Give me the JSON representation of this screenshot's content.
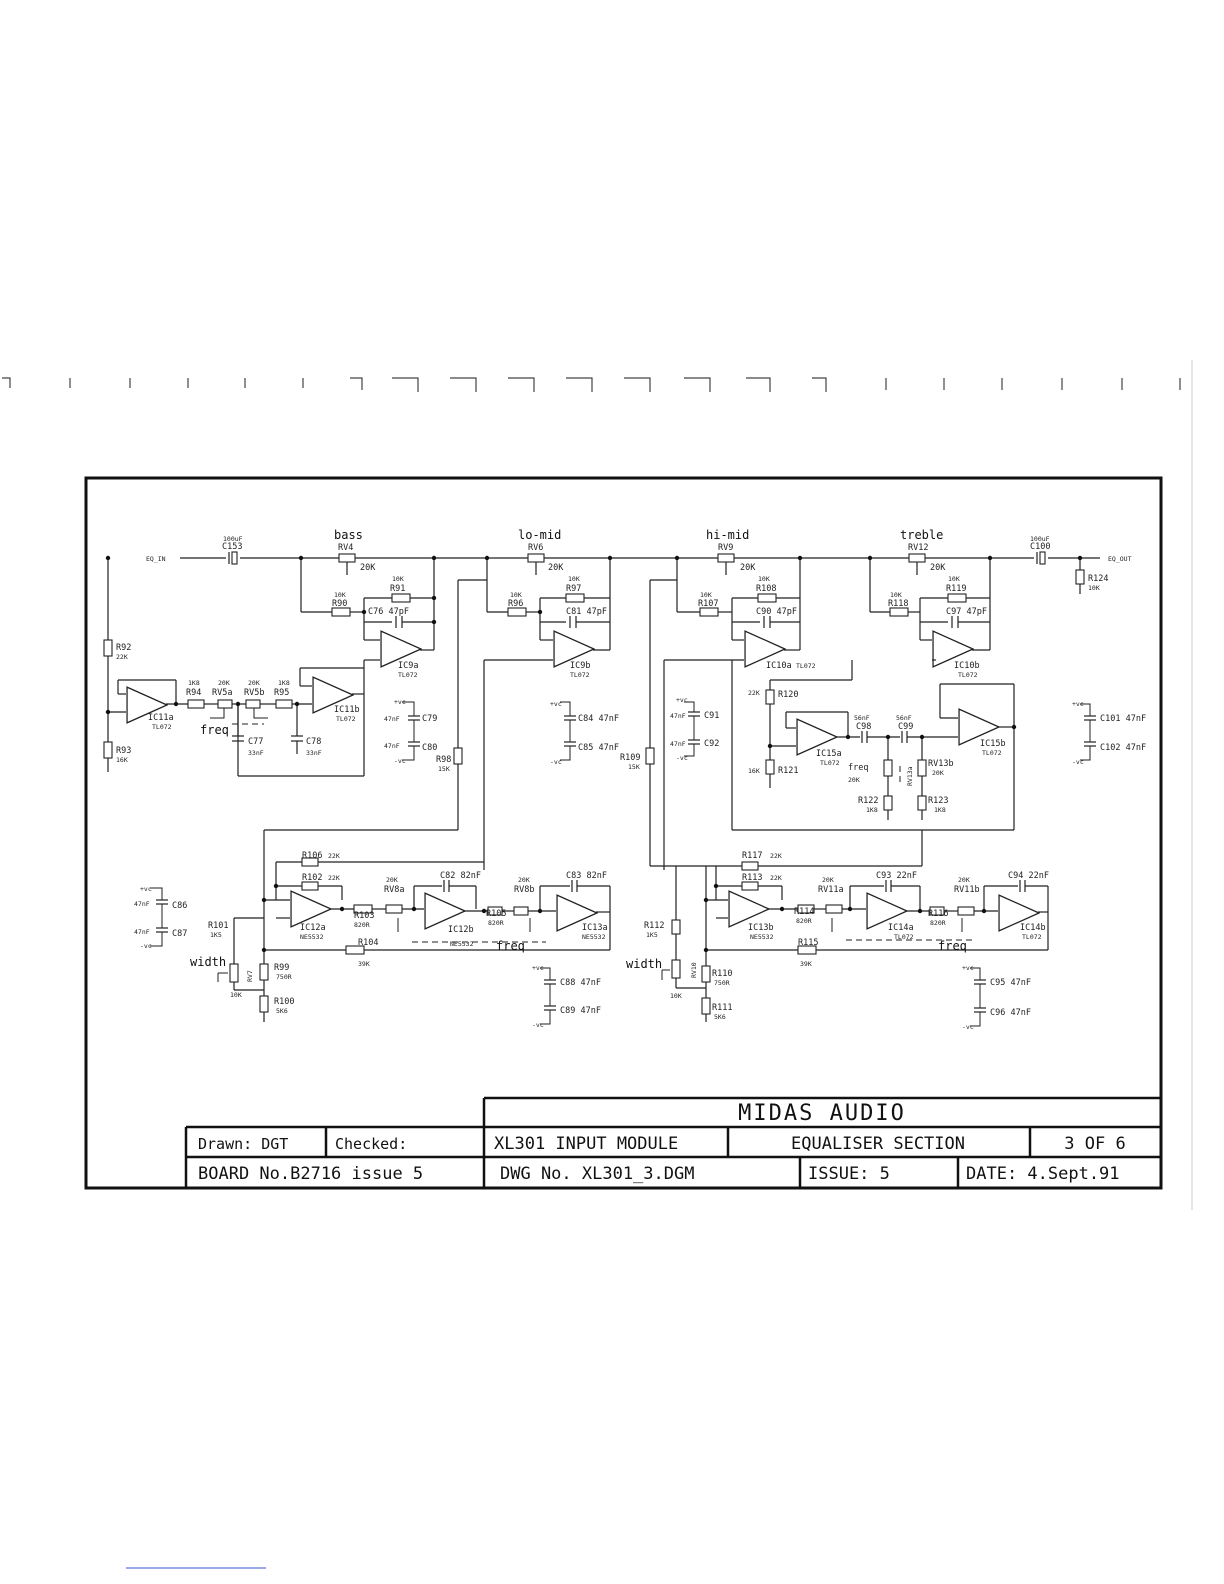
{
  "title_block": {
    "company": "MIDAS  AUDIO",
    "drawn": "Drawn:  DGT",
    "checked": "Checked:",
    "module": "XL301  INPUT  MODULE",
    "section": "EQUALISER  SECTION",
    "sheet": "3  OF  6",
    "board": "BOARD  No.B2716  issue 5",
    "dwg": "DWG  No. XL301_3.DGM",
    "issue": "ISSUE: 5",
    "date": "DATE: 4.Sept.91"
  },
  "signals": {
    "in": "EQ_IN",
    "out": "EQ_OUT"
  },
  "sections": {
    "bass": "bass",
    "lomid": "lo-mid",
    "himid": "hi-mid",
    "treble": "treble",
    "freq": "freq",
    "width": "width"
  },
  "components": {
    "C153": "C153",
    "C153v": "100uF",
    "C100": "C100",
    "C100v": "100uF",
    "R124": "R124",
    "R124v": "10K",
    "RV4": "RV4",
    "RV6": "RV6",
    "RV9": "RV9",
    "RV12": "RV12",
    "pot20k": "20K",
    "R91": "R91",
    "R90": "R90",
    "C76": "C76 47pF",
    "R97": "R97",
    "R96": "R96",
    "C81": "C81 47pF",
    "R108": "R108",
    "R107": "R107",
    "C90": "C90 47pF",
    "R119": "R119",
    "R118": "R118",
    "C97": "C97 47pF",
    "k10": "10K",
    "k22": "22K",
    "k16": "16K",
    "k15": "15K",
    "k1k8": "1K8",
    "k1k5": "1K5",
    "k39": "39K",
    "k820": "820R",
    "k750": "750R",
    "k5k6": "5K6",
    "IC9a": "IC9a",
    "IC9b": "IC9b",
    "IC10a": "IC10a",
    "IC10b": "IC10b",
    "IC11a": "IC11a",
    "IC11b": "IC11b",
    "IC12a": "IC12a",
    "IC12b": "IC12b",
    "IC13a": "IC13a",
    "IC13b": "IC13b",
    "IC14a": "IC14a",
    "IC14b": "IC14b",
    "IC15a": "IC15a",
    "IC15b": "IC15b",
    "TL072": "TL072",
    "NE5532": "NE5532",
    "R92": "R92",
    "R93": "R93",
    "R94": "R94",
    "R95": "R95",
    "RV5a": "RV5a",
    "RV5b": "RV5b",
    "C77": "C77",
    "C78": "C78",
    "n33": "33nF",
    "C79": "C79",
    "C80": "C80",
    "C84": "C84 47nF",
    "C85": "C85 47nF",
    "C91": "C91",
    "C92": "C92",
    "n47": "47nF",
    "C101": "C101 47nF",
    "C102": "C102 47nF",
    "R98": "R98",
    "R109": "R109",
    "R120": "R120",
    "R121": "R121",
    "R122": "R122",
    "R123": "R123",
    "C98": "C98",
    "C99": "C99",
    "n56": "56nF",
    "RV13a": "RV13a",
    "RV13b": "RV13b",
    "R106": "R106",
    "R102": "R102",
    "R101": "R101",
    "R103": "R103",
    "R104": "R104",
    "R105": "R105",
    "RV7": "RV7",
    "RV8a": "RV8a",
    "RV8b": "RV8b",
    "R99": "R99",
    "R100": "R100",
    "C82": "C82 82nF",
    "C83": "C83 82nF",
    "C86": "C86",
    "C87": "C87",
    "C88": "C88 47nF",
    "C89": "C89 47nF",
    "R117": "R117",
    "R113": "R113",
    "R112": "R112",
    "R114": "R114",
    "R115": "R115",
    "R116": "R116",
    "RV10": "RV10",
    "RV11a": "RV11a",
    "RV11b": "RV11b",
    "R110": "R110",
    "R111": "R111",
    "C93": "C93 22nF",
    "C94": "C94 22nF",
    "C95": "C95 47nF",
    "C96": "C96 47nF",
    "vc_p": "+vc",
    "vc_n": "-vc"
  }
}
